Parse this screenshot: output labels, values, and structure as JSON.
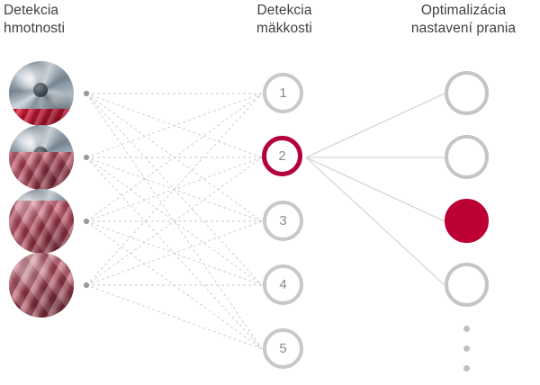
{
  "columns": {
    "weight": {
      "title": "Detekcia\nhmotnosti"
    },
    "softness": {
      "title": "Detekcia\nmäkkosti"
    },
    "optimization": {
      "title": "Optimalizácia\nnastavení prania"
    }
  },
  "input_samples": [
    {
      "name": "drum-load-very-low",
      "level": 1
    },
    {
      "name": "drum-load-low",
      "level": 2
    },
    {
      "name": "drum-load-medium",
      "level": 3
    },
    {
      "name": "drum-load-full",
      "level": 4
    }
  ],
  "hidden_nodes": [
    {
      "label": "1",
      "active": false
    },
    {
      "label": "2",
      "active": true
    },
    {
      "label": "3",
      "active": false
    },
    {
      "label": "4",
      "active": false
    },
    {
      "label": "5",
      "active": false
    }
  ],
  "output_nodes": [
    {
      "label": "",
      "selected": false
    },
    {
      "label": "",
      "selected": false
    },
    {
      "label": "",
      "selected": true
    },
    {
      "label": "",
      "selected": false
    }
  ],
  "output_more_indicator": {
    "dots": 3
  },
  "colors": {
    "accent": "#bd0034",
    "accent_ring": "#b4003c",
    "node_gray": "#c8c8c8",
    "label_gray": "#8a8a8a",
    "text": "#3f3f3f",
    "edge_dashed": "#c9c9c9",
    "edge_solid": "#cfcfcf",
    "background": "#ffffff"
  }
}
